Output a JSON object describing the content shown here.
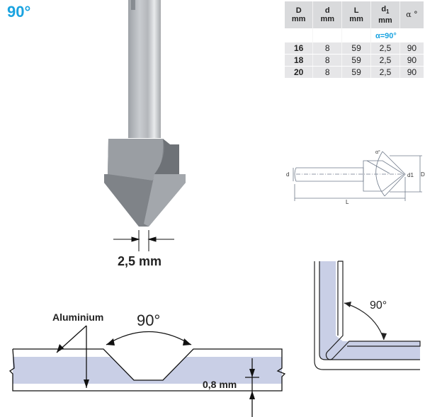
{
  "header": {
    "angle_title": "90°"
  },
  "spec_table": {
    "columns": [
      {
        "symbol": "D",
        "unit": "mm"
      },
      {
        "symbol": "d",
        "unit": "mm"
      },
      {
        "symbol": "L",
        "unit": "mm"
      },
      {
        "symbol": "d",
        "subscript": "1",
        "unit": "mm"
      },
      {
        "symbol": "α °",
        "unit": ""
      }
    ],
    "subheader": "α=90°",
    "rows": [
      {
        "D": "16",
        "d": "8",
        "L": "59",
        "d1": "2,5",
        "alpha": "90"
      },
      {
        "D": "18",
        "d": "8",
        "L": "59",
        "d1": "2,5",
        "alpha": "90"
      },
      {
        "D": "20",
        "d": "8",
        "L": "59",
        "d1": "2,5",
        "alpha": "90"
      }
    ]
  },
  "bit_illustration": {
    "tip_dimension": "2,5 mm"
  },
  "technical_drawing": {
    "labels": {
      "alpha": "α°",
      "d": "d",
      "d1": "d1",
      "D": "D",
      "L": "L"
    }
  },
  "groove_diagram": {
    "material_label": "Aluminium",
    "angle_label": "90°",
    "remaining_thickness": "0,8 mm"
  },
  "fold_diagram": {
    "angle_label": "90°"
  },
  "colors": {
    "accent": "#1aa3e0",
    "panel_fill": "#c9cfe6",
    "table_header": "#d9dadc",
    "table_row": "#e6e6e8"
  }
}
